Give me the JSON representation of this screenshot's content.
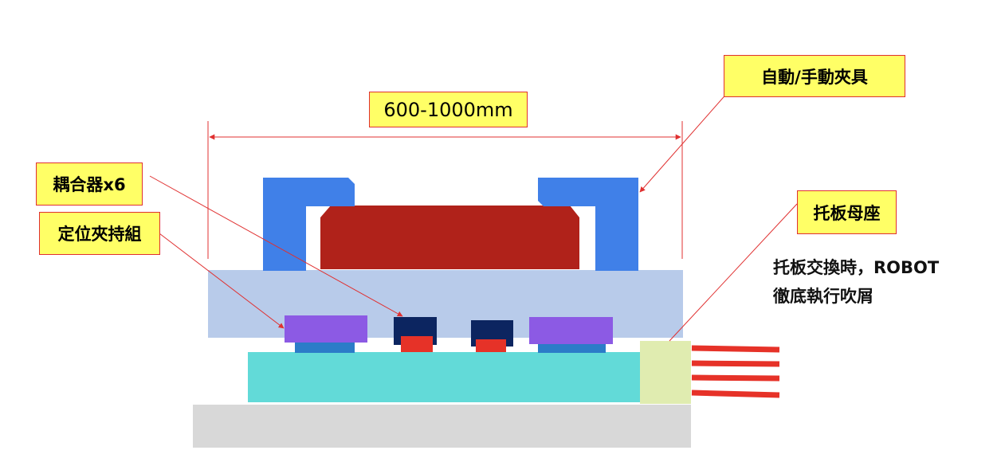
{
  "dimension": {
    "label": "600-1000mm"
  },
  "callouts": {
    "clamp": "自動/手動夾具",
    "coupler": "耦合器x6",
    "locator": "定位夾持組",
    "socket": "托板母座"
  },
  "note": {
    "line1": "托板交換時，ROBOT",
    "line2": "徹底執行吹屑"
  },
  "colors": {
    "clamp": "#4080e8",
    "workpiece": "#b0221a",
    "pallet": "#b8cbea",
    "locator_pad": "#8c5ae4",
    "locator_base": "#2b7cc8",
    "coupler_body": "#0c2560",
    "coupler_tip": "#e63228",
    "receiver": "#62dad8",
    "base": "#d8d8d8",
    "socket": "#e0ecb0",
    "hose": "#e63228",
    "leader": "#e03030",
    "callout_bg": "#ffff66"
  }
}
